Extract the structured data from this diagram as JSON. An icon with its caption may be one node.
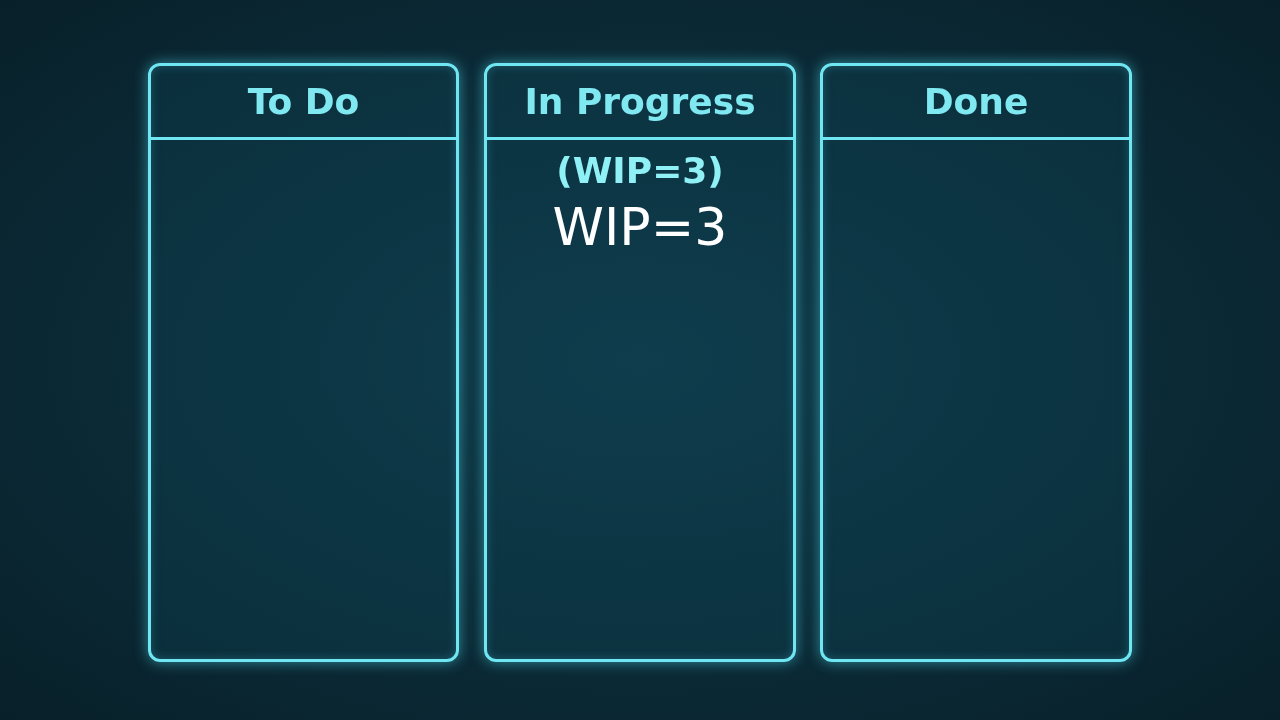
{
  "diagram": {
    "nodes": [
      {
        "text": [
          "To Do"
        ]
      },
      {
        "text": [
          "In Progress",
          "(WIP=3)",
          "WIP=3"
        ]
      },
      {
        "text": [
          "Done"
        ]
      }
    ]
  }
}
